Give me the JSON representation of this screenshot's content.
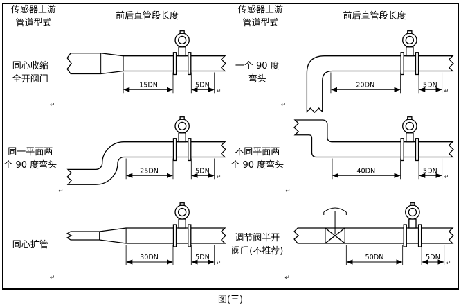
{
  "marks": {
    "linebreak": "↵"
  },
  "headers": {
    "type_label": "传感器上游\n管道型式",
    "length_label": "前后直管段长度"
  },
  "rows": [
    {
      "left": {
        "label": "同心收缩\n全开阀门",
        "dims": [
          "15DN",
          "5DN"
        ]
      },
      "right": {
        "label": "一个 90 度\n弯头",
        "dims": [
          "20DN",
          "5DN"
        ]
      }
    },
    {
      "left": {
        "label": "同一平面两\n个 90 度弯头",
        "dims": [
          "25DN",
          "5DN"
        ]
      },
      "right": {
        "label": "不同平面两\n个 90 度弯头",
        "dims": [
          "40DN",
          "5DN"
        ]
      }
    },
    {
      "left": {
        "label": "同心扩管",
        "dims": [
          "30DN",
          "5DN"
        ]
      },
      "right": {
        "label": "调节阀半开\n阀门(不推荐)",
        "dims": [
          "50DN",
          "5DN"
        ]
      }
    }
  ],
  "caption": "图(三)"
}
